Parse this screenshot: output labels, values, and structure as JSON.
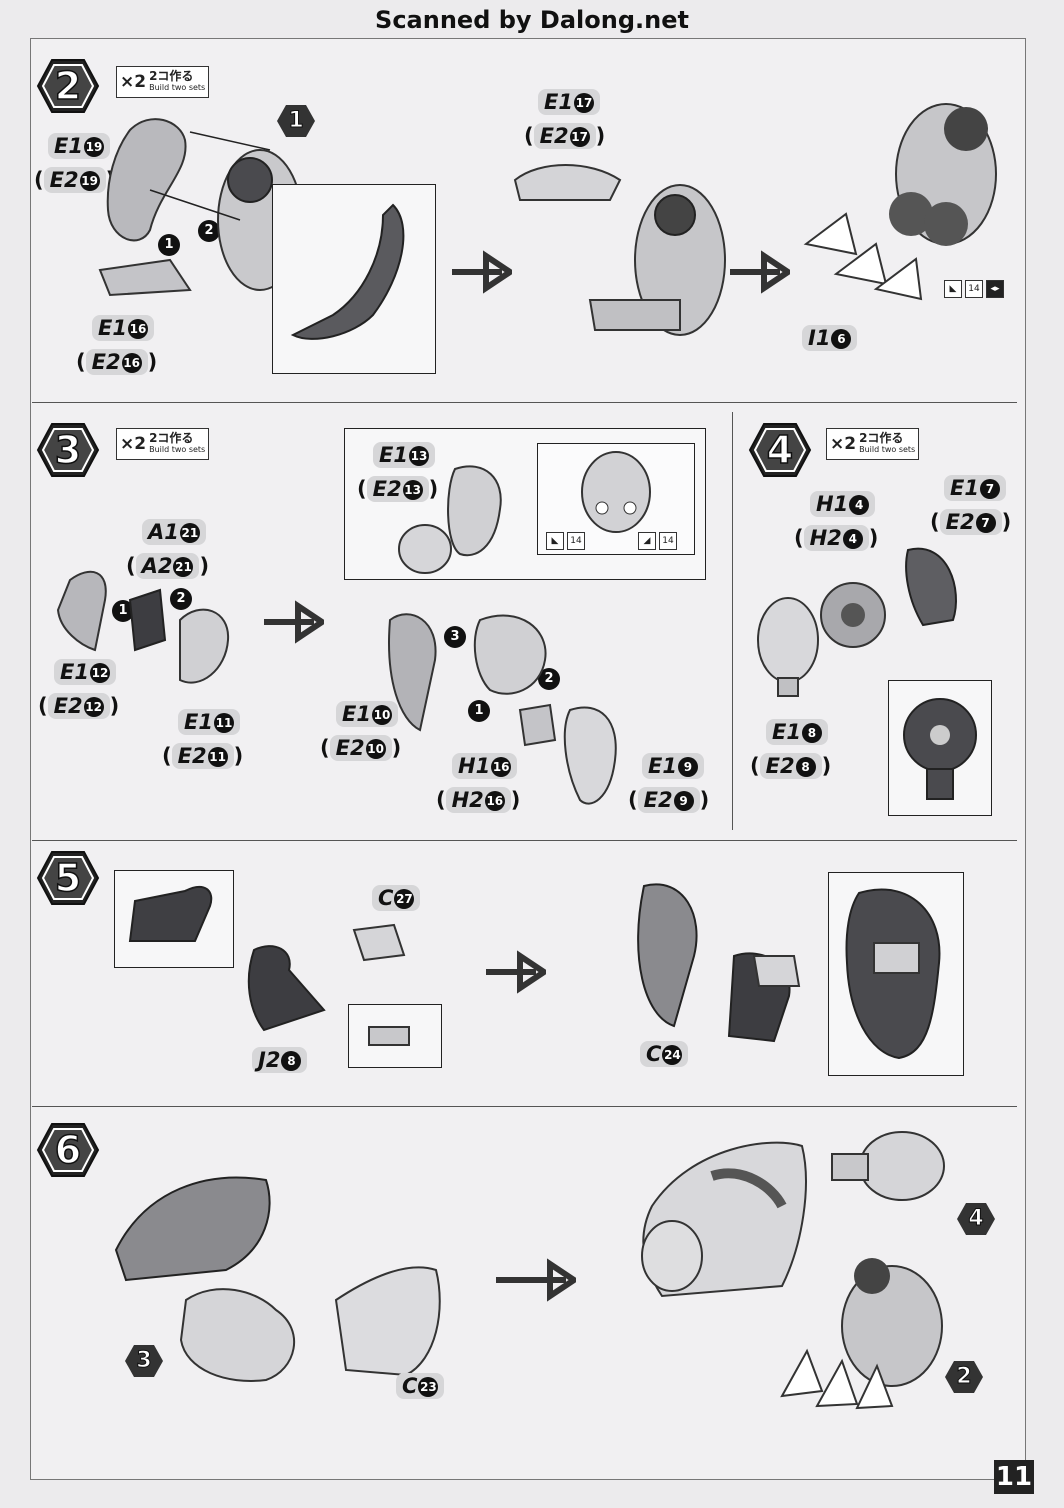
{
  "header": {
    "scan_credit": "Scanned by Dalong.net"
  },
  "page_number": "11",
  "set_hint": {
    "multiplier": "×2",
    "jp": "2コ作る",
    "en": "Build two sets"
  },
  "steps": [
    {
      "number": "2"
    },
    {
      "number": "3"
    },
    {
      "number": "4"
    },
    {
      "number": "5"
    },
    {
      "number": "6"
    }
  ],
  "step2": {
    "parts": {
      "e1_19": {
        "code": "E1",
        "n": "19"
      },
      "e2_19": {
        "code": "E2",
        "n": "19"
      },
      "e1_16": {
        "code": "E1",
        "n": "16"
      },
      "e2_16": {
        "code": "E2",
        "n": "16"
      },
      "e1_17": {
        "code": "E1",
        "n": "17"
      },
      "e2_17": {
        "code": "E2",
        "n": "17"
      },
      "i1_6": {
        "code": "I1",
        "n": "6"
      }
    },
    "ref_step": "1",
    "order": [
      "1",
      "2"
    ],
    "sticker_no": "14"
  },
  "step3": {
    "parts": {
      "a1_21": {
        "code": "A1",
        "n": "21"
      },
      "a2_21": {
        "code": "A2",
        "n": "21"
      },
      "e1_12": {
        "code": "E1",
        "n": "12"
      },
      "e2_12": {
        "code": "E2",
        "n": "12"
      },
      "e1_11": {
        "code": "E1",
        "n": "11"
      },
      "e2_11": {
        "code": "E2",
        "n": "11"
      },
      "e1_13": {
        "code": "E1",
        "n": "13"
      },
      "e2_13": {
        "code": "E2",
        "n": "13"
      },
      "e1_10": {
        "code": "E1",
        "n": "10"
      },
      "e2_10": {
        "code": "E2",
        "n": "10"
      },
      "h1_16": {
        "code": "H1",
        "n": "16"
      },
      "h2_16": {
        "code": "H2",
        "n": "16"
      },
      "e1_9": {
        "code": "E1",
        "n": "9"
      },
      "e2_9": {
        "code": "E2",
        "n": "9"
      }
    },
    "order": [
      "1",
      "2",
      "3"
    ],
    "sticker_no": "14"
  },
  "step4": {
    "parts": {
      "h1_4": {
        "code": "H1",
        "n": "4"
      },
      "h2_4": {
        "code": "H2",
        "n": "4"
      },
      "e1_7": {
        "code": "E1",
        "n": "7"
      },
      "e2_7": {
        "code": "E2",
        "n": "7"
      },
      "e1_8": {
        "code": "E1",
        "n": "8"
      },
      "e2_8": {
        "code": "E2",
        "n": "8"
      }
    }
  },
  "step5": {
    "parts": {
      "c_27": {
        "code": "C",
        "n": "27"
      },
      "j2_8": {
        "code": "J2",
        "n": "8"
      },
      "c_24": {
        "code": "C",
        "n": "24"
      }
    }
  },
  "step6": {
    "parts": {
      "c_23": {
        "code": "C",
        "n": "23"
      }
    },
    "refs": [
      "3",
      "4",
      "2"
    ]
  }
}
